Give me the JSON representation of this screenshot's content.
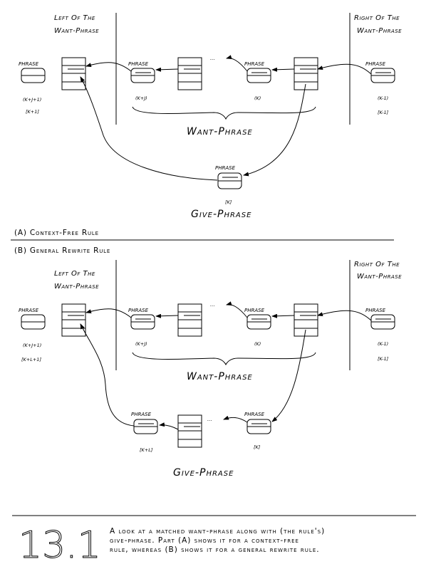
{
  "section_a": {
    "left_header": [
      "Left Of The",
      "Want-Phrase"
    ],
    "right_header": [
      "Right Of The",
      "Want-Phrase"
    ],
    "phrase_label": "PHRASE",
    "labels": {
      "k_j_1_paren": "(K+J+1)",
      "k_1_bracket": "[K+1]",
      "k_j": "(K+J)",
      "k": "(K)",
      "k_m1_paren": "(K-1)",
      "k_m1_bracket": "[K-1]",
      "give_k": "[K]"
    },
    "ellipsis": "...",
    "want_phrase": "Want-Phrase",
    "give_phrase": "Give-Phrase",
    "caption": "(A)  Context-Free Rule"
  },
  "section_b": {
    "title": "(B)  General Rewrite Rule",
    "left_header": [
      "Left Of The",
      "Want-Phrase"
    ],
    "right_header": [
      "Right Of The",
      "Want-Phrase"
    ],
    "phrase_label": "PHRASE",
    "labels": {
      "k_j_1_paren": "(K+J+1)",
      "k_l_1_bracket": "[K+L+1]",
      "k_j": "(K+J)",
      "k": "(K)",
      "k_m1_paren": "(K-1)",
      "k_m1_bracket": "[K-1]",
      "give_kl": "[K+L]",
      "give_k": "[K]"
    },
    "ellipsis": "...",
    "want_phrase": "Want-Phrase",
    "give_phrase": "Give-Phrase"
  },
  "figure": {
    "number": "13.1",
    "caption_lines": [
      "A look at a matched want-phrase along with (the rule's)",
      "give-phrase.  Part (A) shows it for a context-free",
      "rule, whereas (B) shows it for a general rewrite rule."
    ]
  }
}
